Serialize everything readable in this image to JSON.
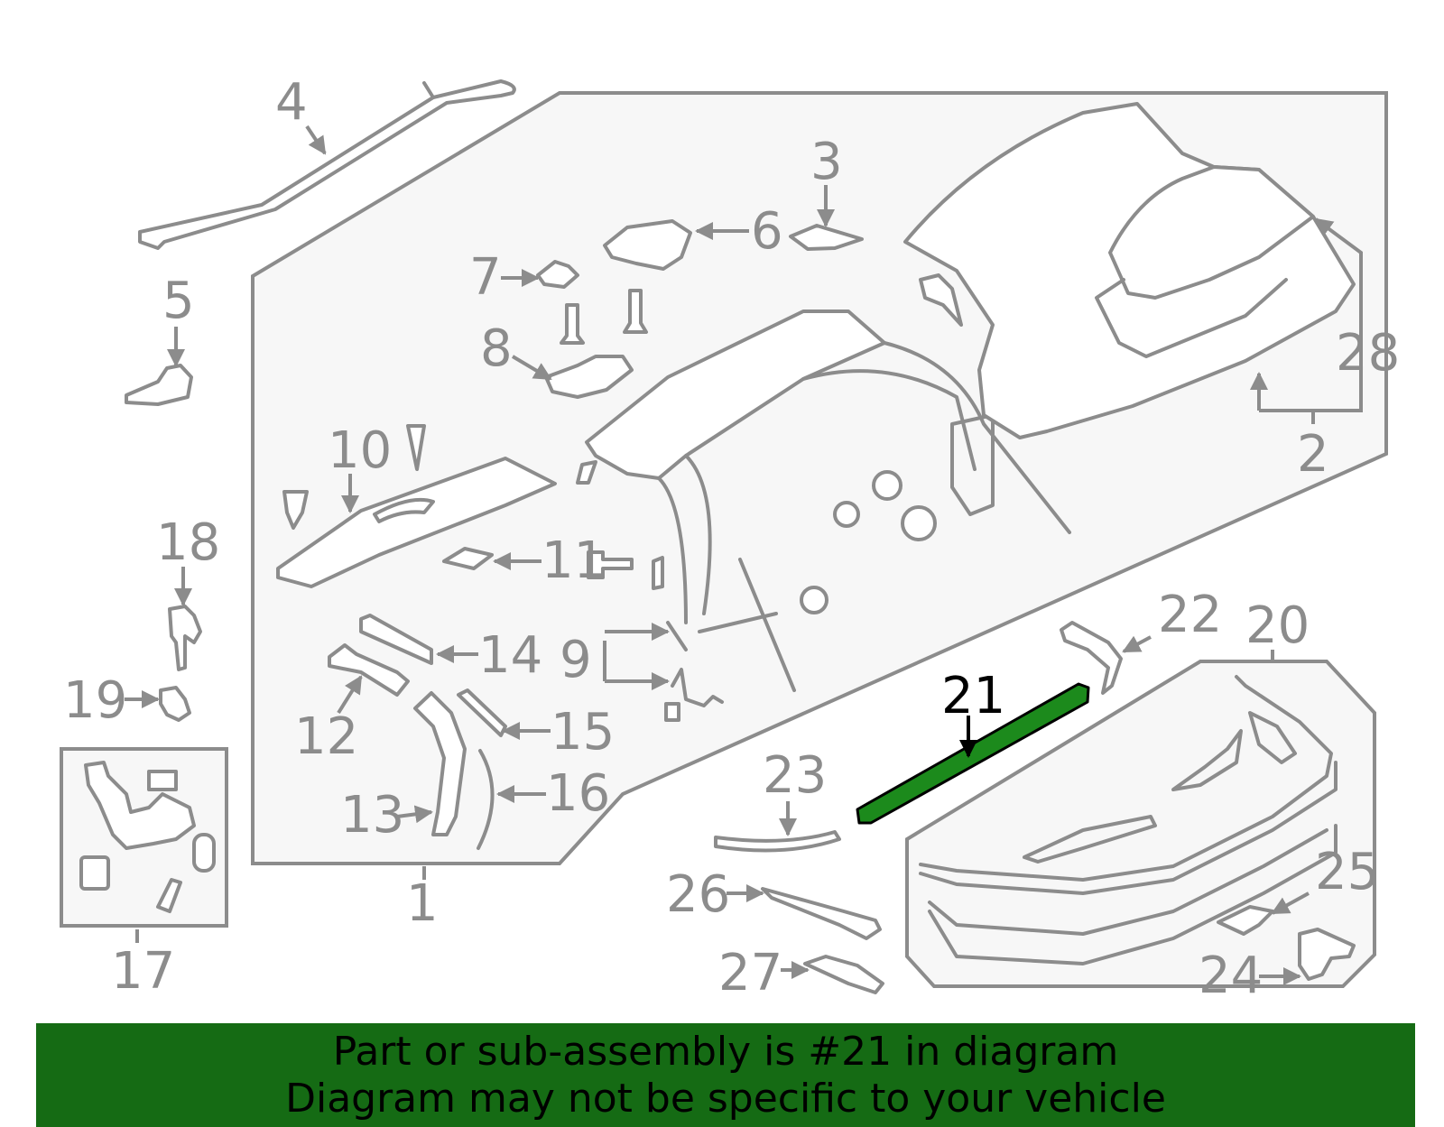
{
  "diagram": {
    "highlighted_part": "21",
    "callouts": [
      {
        "id": "c1",
        "label": "1"
      },
      {
        "id": "c2",
        "label": "2"
      },
      {
        "id": "c3",
        "label": "3"
      },
      {
        "id": "c4",
        "label": "4"
      },
      {
        "id": "c5",
        "label": "5"
      },
      {
        "id": "c6",
        "label": "6"
      },
      {
        "id": "c7",
        "label": "7"
      },
      {
        "id": "c8",
        "label": "8"
      },
      {
        "id": "c9",
        "label": "9"
      },
      {
        "id": "c10",
        "label": "10"
      },
      {
        "id": "c11",
        "label": "11"
      },
      {
        "id": "c12",
        "label": "12"
      },
      {
        "id": "c13",
        "label": "13"
      },
      {
        "id": "c14",
        "label": "14"
      },
      {
        "id": "c15",
        "label": "15"
      },
      {
        "id": "c16",
        "label": "16"
      },
      {
        "id": "c17",
        "label": "17"
      },
      {
        "id": "c18",
        "label": "18"
      },
      {
        "id": "c19",
        "label": "19"
      },
      {
        "id": "c20",
        "label": "20"
      },
      {
        "id": "c21",
        "label": "21"
      },
      {
        "id": "c22",
        "label": "22"
      },
      {
        "id": "c23",
        "label": "23"
      },
      {
        "id": "c24",
        "label": "24"
      },
      {
        "id": "c25",
        "label": "25"
      },
      {
        "id": "c26",
        "label": "26"
      },
      {
        "id": "c27",
        "label": "27"
      },
      {
        "id": "c28",
        "label": "28"
      }
    ],
    "colors": {
      "line": "#8c8c8c",
      "highlight_fill": "#1c8a1c",
      "banner_bg": "#156b14",
      "panel_bg": "#f7f7f7"
    }
  },
  "banner": {
    "line1": "Part or sub-assembly is #21 in diagram",
    "line2": "Diagram may not be specific to your vehicle"
  }
}
